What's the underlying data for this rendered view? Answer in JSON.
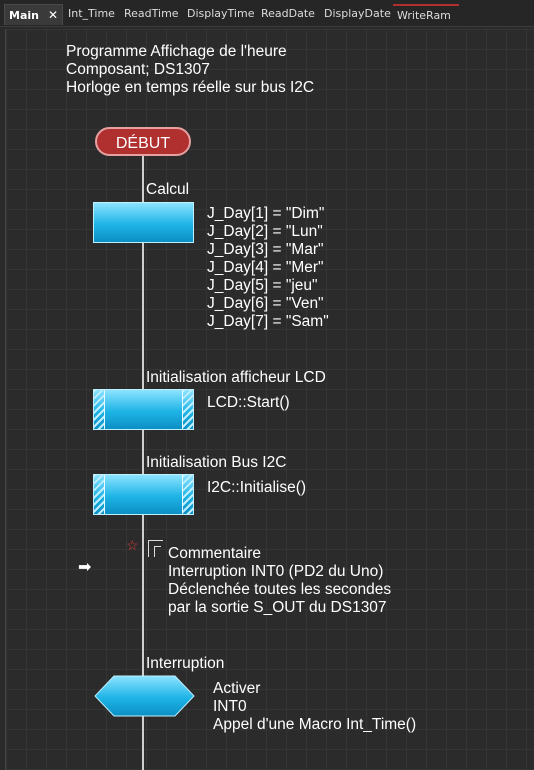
{
  "tabs": [
    {
      "label": "Main",
      "active": true,
      "closable": true
    },
    {
      "label": "Int_Time"
    },
    {
      "label": "ReadTime"
    },
    {
      "label": "DisplayTime"
    },
    {
      "label": "ReadDate"
    },
    {
      "label": "DisplayDate"
    },
    {
      "label": "WriteRam"
    }
  ],
  "close_glyph": "✕",
  "header": {
    "line1": "Programme Affichage de l'heure",
    "line2": "Composant; DS1307",
    "line3": "Horloge en temps réelle sur bus I2C"
  },
  "start": {
    "label": "DÉBUT"
  },
  "calcul": {
    "title": "Calcul",
    "lines": [
      "J_Day[1] = \"Dim\"",
      "J_Day[2] = \"Lun\"",
      "J_Day[3] = \"Mar\"",
      "J_Day[4] = \"Mer\"",
      "J_Day[5] = \"jeu\"",
      "J_Day[6] = \"Ven\"",
      "J_Day[7] = \"Sam\""
    ]
  },
  "init_lcd": {
    "title": "Initialisation afficheur LCD",
    "code": "LCD::Start()"
  },
  "init_i2c": {
    "title": "Initialisation Bus I2C",
    "code": "I2C::Initialise()"
  },
  "comment": {
    "title": "Commentaire",
    "lines": [
      "Interruption INT0 (PD2 du Uno)",
      "Déclenchée toutes les secondes",
      "par la sortie S_OUT du DS1307"
    ]
  },
  "interrupt": {
    "title": "Interruption",
    "lines": [
      "Activer",
      "INT0",
      "Appel d'une Macro Int_Time()"
    ]
  },
  "icons": {
    "comment": "star-icon",
    "pointer": "arrow-right-icon"
  },
  "colors": {
    "start_fill": "#b03030",
    "block_fill": "#1eb4e6",
    "canvas": "#2b2b2b"
  }
}
